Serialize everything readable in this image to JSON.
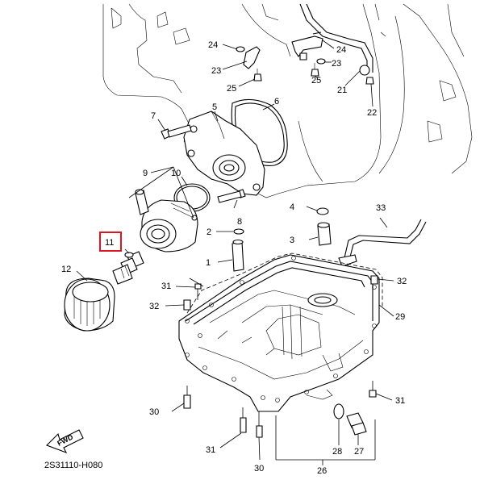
{
  "diagram": {
    "ref_code": "2S31110-H080",
    "fwd_label": "FWD",
    "highlighted_part": "11",
    "labels": {
      "p1": "1",
      "p2": "2",
      "p3": "3",
      "p4": "4",
      "p5": "5",
      "p6": "6",
      "p7": "7",
      "p8": "8",
      "p9": "9",
      "p10": "10",
      "p11": "11",
      "p12": "12",
      "p21": "21",
      "p22": "22",
      "p23a": "23",
      "p23b": "23",
      "p24a": "24",
      "p24b": "24",
      "p25a": "25",
      "p25b": "25",
      "p26": "26",
      "p27": "27",
      "p28": "28",
      "p29": "29",
      "p30a": "30",
      "p30b": "30",
      "p31a": "31",
      "p31b": "31",
      "p31c": "31",
      "p32a": "32",
      "p32b": "32",
      "p33": "33"
    }
  }
}
